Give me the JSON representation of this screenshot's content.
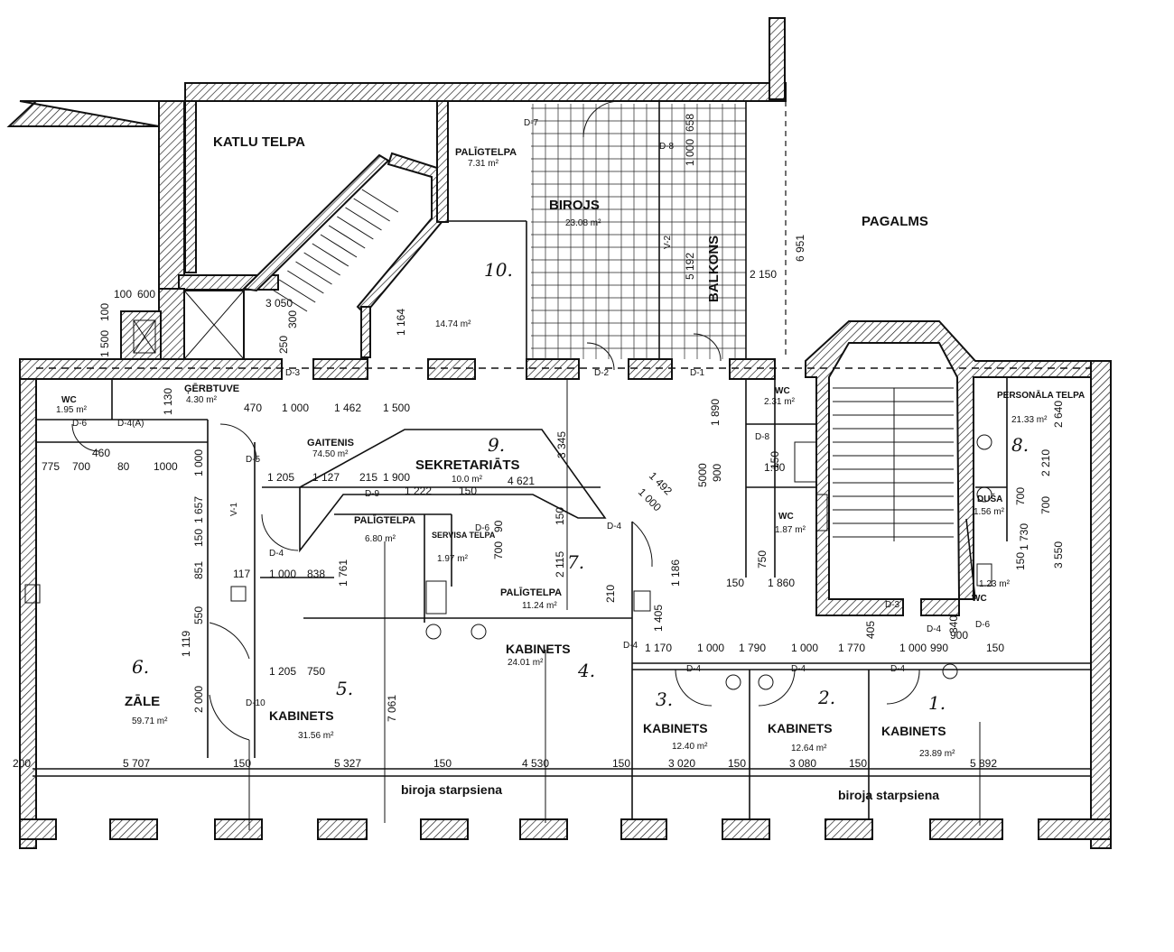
{
  "rooms": [
    {
      "id": "katlu",
      "name": "KATLU TELPA",
      "area": ""
    },
    {
      "id": "paligtelpa_top",
      "name": "PALĪGTELPA",
      "area": "7.31 m²"
    },
    {
      "id": "birojs",
      "name": "BIROJS",
      "area": "23.08 m²"
    },
    {
      "id": "balkons",
      "name": "BALKONS",
      "area": ""
    },
    {
      "id": "pagalms",
      "name": "PAGALMS",
      "area": ""
    },
    {
      "id": "r10",
      "name": "",
      "area": "14.74 m²"
    },
    {
      "id": "gerbtuve",
      "name": "ĢĒRBTUVE",
      "area": "4.30 m²"
    },
    {
      "id": "wc_left",
      "name": "WC",
      "area": "1.95 m²"
    },
    {
      "id": "gaitenis",
      "name": "GAITENIS",
      "area": "74.50 m²"
    },
    {
      "id": "sekretariats",
      "name": "SEKRETARIĀTS",
      "area": "10.0 m²"
    },
    {
      "id": "paligtelpa_mid",
      "name": "PALĪGTELPA",
      "area": "6.80 m²"
    },
    {
      "id": "servisa",
      "name": "SERVISA TELPA",
      "area": "1.97 m²"
    },
    {
      "id": "paligtelpa_low",
      "name": "PALĪGTELPA",
      "area": "11.24 m²"
    },
    {
      "id": "kabinets4",
      "name": "KABINETS",
      "area": "24.01 m²"
    },
    {
      "id": "zale",
      "name": "ZĀLE",
      "area": "59.71 m²"
    },
    {
      "id": "kabinets5",
      "name": "KABINETS",
      "area": "31.56 m²"
    },
    {
      "id": "kabinets3",
      "name": "KABINETS",
      "area": "12.40 m²"
    },
    {
      "id": "kabinets2",
      "name": "KABINETS",
      "area": "12.64 m²"
    },
    {
      "id": "kabinets1",
      "name": "KABINETS",
      "area": "23.89 m²"
    },
    {
      "id": "wc_right",
      "name": "WC",
      "area": "2.31 m²"
    },
    {
      "id": "wc_right2",
      "name": "WC",
      "area": "1.87 m²"
    },
    {
      "id": "personala",
      "name": "PERSONĀLA TELPA",
      "area": "21.33 m²"
    },
    {
      "id": "dusa",
      "name": "DUŠA",
      "area": "1.56 m²"
    },
    {
      "id": "wc_far",
      "name": "WC",
      "area": "1.23 m²"
    }
  ],
  "room_numbers": [
    "1.",
    "2.",
    "3.",
    "4.",
    "5.",
    "6.",
    "7.",
    "8.",
    "9.",
    "10."
  ],
  "partition_label": "biroja starpsiena",
  "doors": [
    "D-1",
    "D-2",
    "D-3",
    "D-4",
    "D-4(A)",
    "D-5",
    "D-6",
    "D-7",
    "D-8",
    "D-9",
    "D-10"
  ],
  "windows": [
    "V-1",
    "V-2"
  ],
  "dimensions": {
    "bottom_row": [
      "200",
      "5 707",
      "150",
      "5 327",
      "150",
      "4 530",
      "150",
      "3 020",
      "150",
      "3 080",
      "150",
      "5 892"
    ],
    "corridor_row": [
      "470",
      "1 000",
      "1 462",
      "1 500"
    ],
    "left_row": [
      "775",
      "700",
      "460",
      "80",
      "1000"
    ],
    "sekretariats_row": [
      "1 205",
      "1 127",
      "215",
      "1 900",
      "4 621"
    ],
    "sekretariats_row2": [
      "1 222",
      "150"
    ],
    "kab5_row": [
      "1 205",
      "750"
    ],
    "kab_row": [
      "1 170",
      "1 000",
      "1 790",
      "1 000",
      "1 770",
      "1 000",
      "990",
      "900",
      "150"
    ],
    "vertical_left": [
      "1 000",
      "1 657",
      "150",
      "851",
      "550",
      "1 119",
      "2 000"
    ],
    "misc": [
      "3 050",
      "300",
      "250",
      "1 164",
      "1 130",
      "100",
      "600",
      "100",
      "1 500",
      "3 345",
      "2 150",
      "6 951",
      "5 192",
      "1 000",
      "658",
      "1 492",
      "1 000",
      "2 115",
      "150",
      "1 761",
      "700",
      "90",
      "1 186",
      "1 405",
      "210",
      "7 061",
      "1 000",
      "838",
      "117",
      "5000",
      "1 890",
      "900",
      "1 860",
      "150",
      "405",
      "340",
      "700",
      "2 640",
      "2 210",
      "700",
      "1 730",
      "150",
      "3 550",
      "150",
      "1.60",
      "750"
    ]
  }
}
